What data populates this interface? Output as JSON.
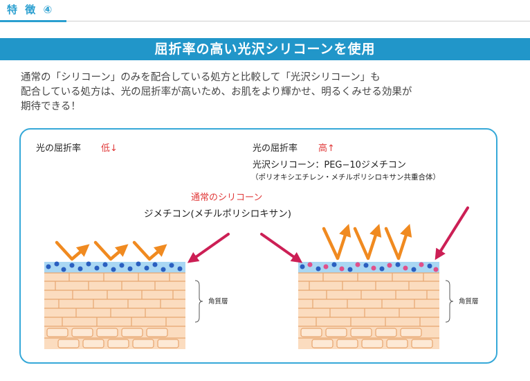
{
  "header": {
    "feature_label": "特 徴 ④",
    "banner_title": "屈折率の高い光沢シリコーンを使用"
  },
  "description": {
    "lines": [
      "通常の「シリコーン」のみを配合している処方と比較して「光沢シリコーン」も",
      "配合している処方は、光の屈折率が高いため、お肌をより輝かせ、明るくみせる効果が",
      "期待できる！"
    ]
  },
  "diagram": {
    "left": {
      "refractive_label": "光の屈折率",
      "refractive_value": "低↓",
      "silicone_title": "通常のシリコーン",
      "silicone_name": "ジメチコン(メチルポリシロキサン)",
      "layer_label": "角質層"
    },
    "right": {
      "refractive_label": "光の屈折率",
      "refractive_value": "高↑",
      "silicone_name": "光沢シリコーン：PEG−10ジメチコン",
      "silicone_subname": "（ポリオキシエチレン・メチルポリシロキサン共重合体）",
      "layer_label": "角質層"
    }
  },
  "colors": {
    "accent_blue": "#2196c9",
    "frame_blue": "#35a8d8",
    "arrow_orange": "#f08a20",
    "arrow_crimson": "#cc1f55",
    "dot_blue": "#2a5fc0",
    "dot_pink": "#e0508a",
    "skin_fill": "#fbdcbf",
    "skin_line": "#e7a56f",
    "film_blue": "#a9d7f3",
    "text_red": "#e03a3a"
  },
  "icons": {
    "reflected_light": "orange-reflection-arrow-icon",
    "incident_light": "crimson-incident-arrow-icon",
    "silicone_particle": "blue-dot-icon",
    "gloss_particle": "pink-dot-icon"
  }
}
